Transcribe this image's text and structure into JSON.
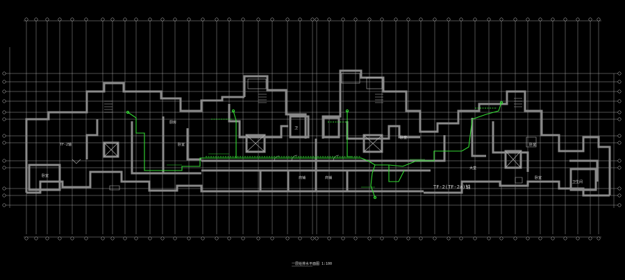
{
  "drawing": {
    "background": "#000000",
    "grid_color": "#c8c8c8",
    "wall_color": "#8a8a8a",
    "pipe_color": "#33dd33",
    "footer_caption": "一层给排水平面图 1:100"
  },
  "room_labels": [
    {
      "id": "room-tf-1",
      "text": "TF-2轴"
    },
    {
      "id": "room-a",
      "text": "卧室"
    },
    {
      "id": "room-b",
      "text": "卧室"
    },
    {
      "id": "room-c",
      "text": "厨房"
    },
    {
      "id": "room-d",
      "text": "卫"
    },
    {
      "id": "room-e",
      "text": "商铺"
    },
    {
      "id": "room-f",
      "text": "商铺"
    },
    {
      "id": "room-g",
      "text": "卧室"
    },
    {
      "id": "room-h",
      "text": "大堂"
    },
    {
      "id": "room-tf-big",
      "text": "TF-2(TF-2a)轴"
    },
    {
      "id": "room-i",
      "text": "卧室"
    },
    {
      "id": "room-j",
      "text": "卫生间"
    },
    {
      "id": "room-k",
      "text": "卧室"
    }
  ]
}
